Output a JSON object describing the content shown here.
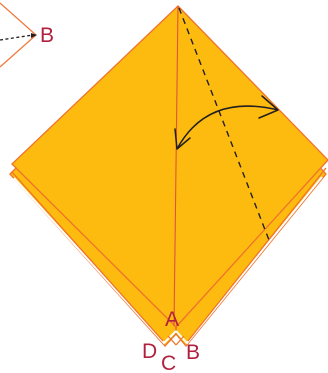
{
  "labels": {
    "a": "A",
    "b": "B",
    "c": "C",
    "d": "D",
    "b_inset": "B"
  },
  "colors": {
    "paper_fill": "#fdbb10",
    "paper_edge": "#f0722a",
    "crease_line": "#e2533a",
    "dashed_fold": "#231f20",
    "arrow": "#231f20",
    "label_text": "#b0203f",
    "inset_outline": "#ef7a3f"
  },
  "icons": {
    "fold_direction": "curved-double-headed-arrow",
    "valley_fold": "dashed-line"
  }
}
